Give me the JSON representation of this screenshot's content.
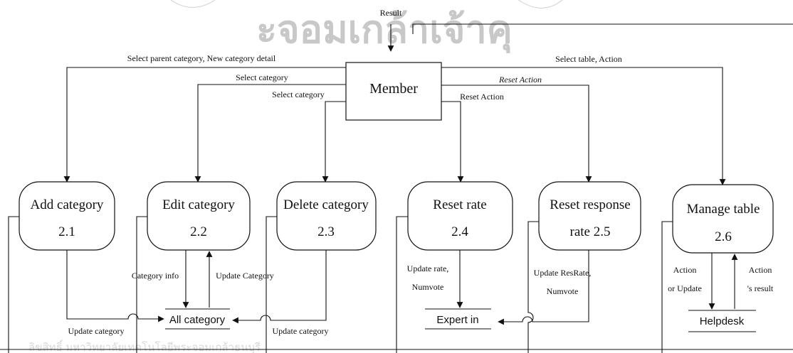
{
  "entity": {
    "label": "Member"
  },
  "watermark": {
    "arc_text": "ะจอมเกล้าเจ้าคุ",
    "bottom_text": "ลิขสิทธิ์ มหาวิทยาลัยเทคโนโลยีพระจอมเกล้าธนบุรี"
  },
  "processes": [
    {
      "name": "Add category",
      "number": "2.1"
    },
    {
      "name": "Edit category",
      "number": "2.2"
    },
    {
      "name": "Delete category",
      "number": "2.3"
    },
    {
      "name": "Reset rate",
      "number": "2.4"
    },
    {
      "name": "Reset response",
      "number": "rate 2.5"
    },
    {
      "name": "Manage table",
      "number": "2.6"
    }
  ],
  "data_stores": [
    {
      "name": "All category"
    },
    {
      "name": "Expert in"
    },
    {
      "name": "Helpdesk"
    }
  ],
  "flows": {
    "result": "Result",
    "select_parent": "Select parent category, New category detail",
    "select_category_edit": "Select category",
    "select_category_delete": "Select category",
    "reset_action_italic": "Reset Action",
    "reset_action": "Reset Action",
    "select_table": "Select table, Action",
    "category_info": "Category info",
    "update_category_up": "Update Category",
    "update_category_left": "Update category",
    "update_category_right": "Update category",
    "update_rate_1": "Update rate,",
    "update_rate_2": "Numvote",
    "update_resrate_1": "Update ResRate,",
    "update_resrate_2": "Numvote",
    "action_update_1": "Action",
    "action_update_2": "or Update",
    "action_result_1": "Action",
    "action_result_2": "'s result"
  },
  "colors": {
    "line": "#111111",
    "background": "#ffffff",
    "watermark": "#c8c8c8"
  }
}
